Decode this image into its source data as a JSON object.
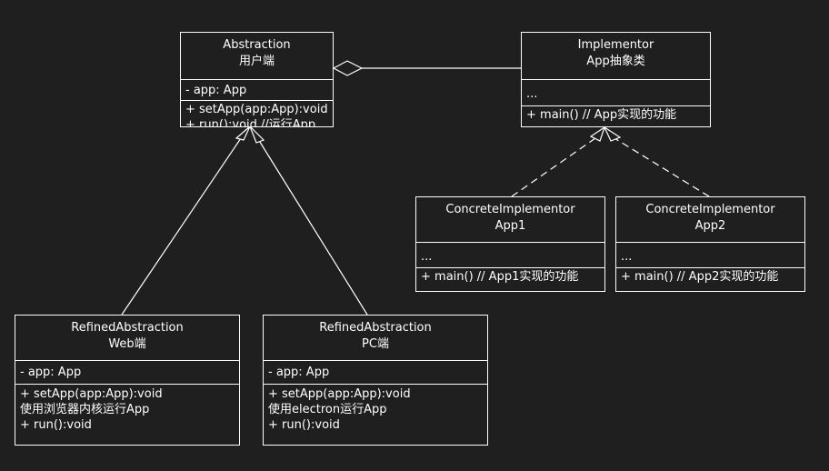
{
  "abstraction": {
    "name": "Abstraction",
    "subtitle": "用户端",
    "attr": "- app: App",
    "methods": [
      "+ setApp(app:App):void",
      "+ run():void //运行App"
    ]
  },
  "implementor": {
    "name": "Implementor",
    "subtitle": "App抽象类",
    "attr": "...",
    "methods": [
      "+ main() // App实现的功能"
    ]
  },
  "concrete1": {
    "name": "ConcreteImplementor",
    "subtitle": "App1",
    "attr": "...",
    "methods": [
      "+ main() // App1实现的功能"
    ]
  },
  "concrete2": {
    "name": "ConcreteImplementor",
    "subtitle": "App2",
    "attr": "...",
    "methods": [
      "+ main() // App2实现的功能"
    ]
  },
  "refined1": {
    "name": "RefinedAbstraction",
    "subtitle": "Web端",
    "attr": "- app: App",
    "methods": [
      "+ setApp(app:App):void",
      "使用浏览器内核运行App",
      "+ run():void"
    ]
  },
  "refined2": {
    "name": "RefinedAbstraction",
    "subtitle": "PC端",
    "attr": "- app: App",
    "methods": [
      "+ setApp(app:App):void",
      "使用electron运行App",
      "+ run():void"
    ]
  },
  "colors": {
    "background": "#1f1f1f",
    "stroke": "#ffffff",
    "text": "#ffffff"
  }
}
